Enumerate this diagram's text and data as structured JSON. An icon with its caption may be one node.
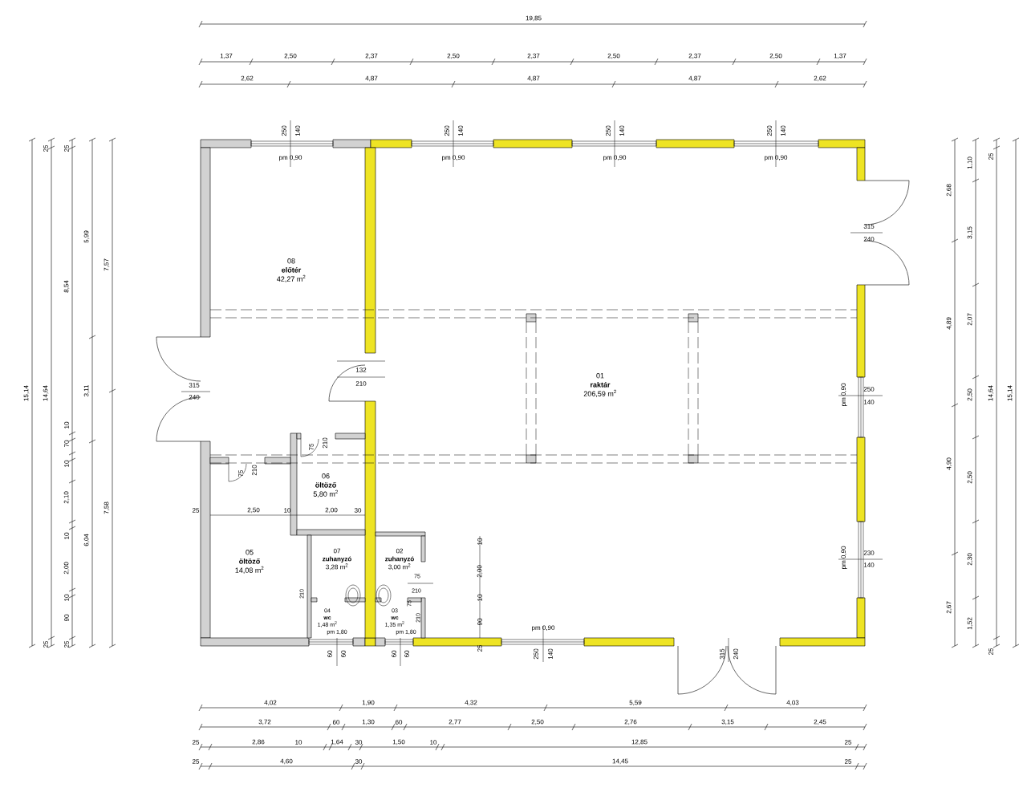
{
  "diagram": {
    "nodes": [
      {
        "text": [
          "08",
          "előtér",
          "42,27 m$^{2}$"
        ]
      },
      {
        "text": [
          "01",
          "raktár",
          "206,59 m$^{2}$"
        ]
      },
      {
        "text": [
          "06",
          "öltöző",
          "5,80 m$^{2}$"
        ]
      },
      {
        "text": [
          "05",
          "öltöző",
          "14,08 m$^{2}$"
        ]
      },
      {
        "text": [
          "07",
          "zuhanyzó",
          "3,28 m$^{2}$"
        ]
      },
      {
        "text": [
          "02",
          "zuhanyzó",
          "3,00 m$^{2}$"
        ]
      },
      {
        "text": [
          "04",
          "wc",
          "1,48 m$^{2}$"
        ]
      },
      {
        "text": [
          "03",
          "wc",
          "1,35 m$^{2}$"
        ]
      }
    ],
    "labels": [
      "19,85",
      "1,37",
      "2,50",
      "2,37",
      "2,50",
      "2,37",
      "2,50",
      "2,37",
      "2,50",
      "1,37",
      "2,62",
      "4,87",
      "4,87",
      "4,87",
      "2,62",
      "250",
      "140",
      "pm 0,90",
      "250",
      "140",
      "pm 0,90",
      "250",
      "140",
      "pm 0,90",
      "250",
      "140",
      "pm 0,90",
      "15,14",
      "25",
      "14,64",
      "25",
      "25",
      "8,54",
      "10",
      "70",
      "10",
      "2,10",
      "10",
      "2,00",
      "10",
      "90",
      "25",
      "5,99",
      "3,11",
      "6,04",
      "7,57",
      "7,58",
      "315",
      "240",
      "315",
      "240",
      "132",
      "210",
      "pm 0,90",
      "250",
      "140",
      "pm 0,90",
      "230",
      "140",
      "2,68",
      "4,89",
      "4,90",
      "2,67",
      "1,10",
      "3,15",
      "2,07",
      "2,50",
      "2,50",
      "2,30",
      "1,52",
      "25",
      "14,64",
      "25",
      "15,14",
      "75",
      "210",
      "75",
      "210",
      "25",
      "2,50",
      "10",
      "2,00",
      "30",
      "75",
      "210",
      "210",
      "75",
      "210",
      "pm 1,80",
      "pm 1,80",
      "60",
      "60",
      "60",
      "60",
      "10",
      "2,00",
      "10",
      "90",
      "25",
      "pm 0,90",
      "250",
      "140",
      "315",
      "240",
      "4,02",
      "1,90",
      "4,32",
      "5,59",
      "4,03",
      "3,72",
      "60",
      "1,30",
      "60",
      "2,77",
      "2,50",
      "2,76",
      "3,15",
      "2,45",
      "25",
      "2,86",
      "10",
      "1,64",
      "30",
      "1,50",
      "10",
      "12,85",
      "25",
      "25",
      "4,60",
      "30",
      "14,45",
      "25"
    ]
  }
}
